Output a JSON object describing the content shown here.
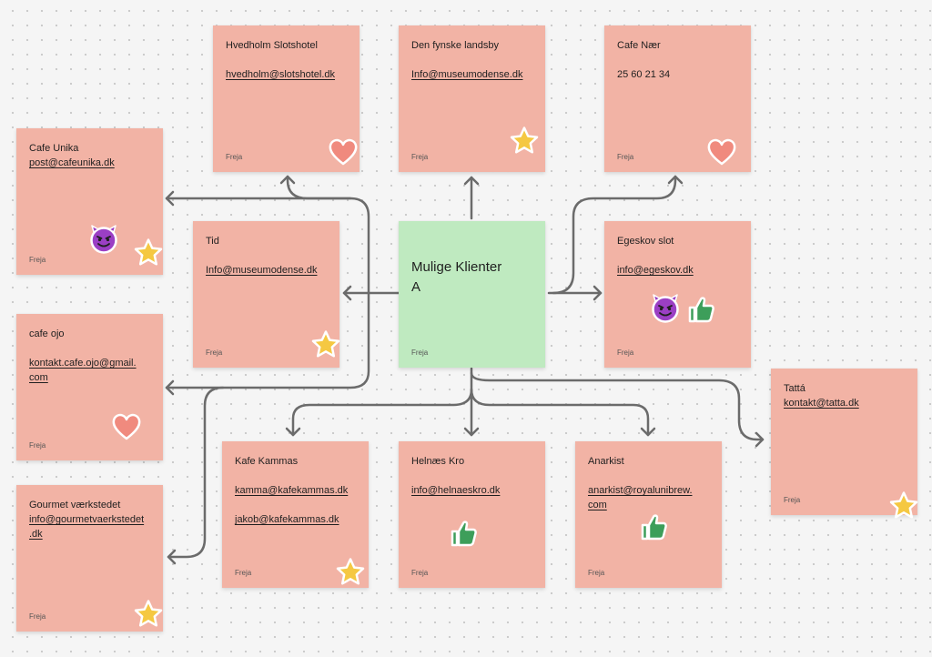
{
  "board": {
    "notes": [
      {
        "id": "hvedholm",
        "title": "Hvedholm Slotshotel",
        "lines": [
          "hvedholm@slotshotel.dk"
        ],
        "author": "Freja",
        "stickers": [
          "heart"
        ]
      },
      {
        "id": "fynske",
        "title": "Den fynske landsby",
        "lines": [
          "Info@museumodense.dk"
        ],
        "author": "Freja",
        "stickers": [
          "star"
        ]
      },
      {
        "id": "cafenaer",
        "title": "Cafe Nær",
        "lines": [
          "25 60 21 34"
        ],
        "author": "Freja",
        "stickers": [
          "heart"
        ]
      },
      {
        "id": "unika",
        "title": "Cafe Unika",
        "lines": [
          "post@cafeunika.dk"
        ],
        "author": "Freja",
        "stickers": [
          "devil",
          "star"
        ]
      },
      {
        "id": "tid",
        "title": "Tid",
        "lines": [
          "Info@museumodense.dk"
        ],
        "author": "Freja",
        "stickers": [
          "star"
        ]
      },
      {
        "id": "center",
        "title_line1": "Mulige Klienter",
        "title_line2": "A",
        "author": "Freja",
        "stickers": []
      },
      {
        "id": "egeskov",
        "title": "Egeskov slot",
        "lines": [
          "info@egeskov.dk"
        ],
        "author": "Freja",
        "stickers": [
          "devil",
          "thumbs-up"
        ]
      },
      {
        "id": "ojo",
        "title": "cafe ojo",
        "lines": [
          "kontakt.cafe.ojo@gmail.",
          "com"
        ],
        "author": "Freja",
        "stickers": [
          "heart"
        ]
      },
      {
        "id": "tatta",
        "title": "Tattá",
        "lines": [
          "kontakt@tatta.dk"
        ],
        "author": "Freja",
        "stickers": [
          "star"
        ]
      },
      {
        "id": "kafe",
        "title": "Kafe Kammas",
        "lines": [
          "kamma@kafekammas.dk",
          "jakob@kafekammas.dk"
        ],
        "author": "Freja",
        "stickers": [
          "star"
        ]
      },
      {
        "id": "helnaes",
        "title": "Helnæs Kro",
        "lines": [
          "info@helnaeskro.dk"
        ],
        "author": "Freja",
        "stickers": [
          "thumbs-up"
        ]
      },
      {
        "id": "anarkist",
        "title": "Anarkist",
        "lines": [
          "anarkist@royalunibrew.",
          "com"
        ],
        "author": "Freja",
        "stickers": [
          "thumbs-up"
        ]
      },
      {
        "id": "gourmet",
        "title": "Gourmet værkstedet",
        "lines": [
          "info@gourmetvaerkstedet",
          ".dk"
        ],
        "author": "Freja",
        "stickers": [
          "star"
        ]
      }
    ]
  },
  "colors": {
    "note_pink": "#f2b3a5",
    "note_green": "#bfeac0",
    "connector": "#6b6b6b",
    "star": "#f5c842",
    "heart": "#f08a7e",
    "thumbs_up": "#3d9e5a",
    "devil": "#9b3fc4"
  }
}
